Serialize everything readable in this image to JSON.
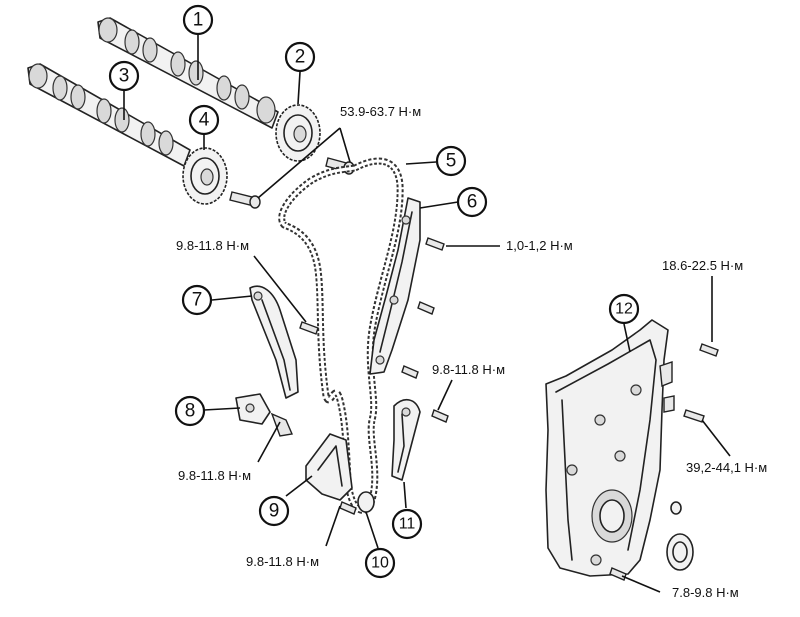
{
  "callouts": [
    {
      "label": "1"
    },
    {
      "label": "2"
    },
    {
      "label": "3"
    },
    {
      "label": "4"
    },
    {
      "label": "5"
    },
    {
      "label": "6"
    },
    {
      "label": "7"
    },
    {
      "label": "8"
    },
    {
      "label": "9"
    },
    {
      "label": "10"
    },
    {
      "label": "11"
    },
    {
      "label": "12"
    }
  ],
  "torques": {
    "sprocket_bolts": "53.9-63.7 Н·м",
    "guide_bolt_upper": "1,0-1,2 Н·м",
    "left_guide_bolt": "9.8-11.8 Н·м",
    "cover_upper_bolt": "18.6-22.5 Н·м",
    "right_lower_guide_bolt": "9.8-11.8 Н·м",
    "tensioner_bolt": "9.8-11.8 Н·м",
    "cover_side_bolt": "39,2-44,1 Н·м",
    "lower_guide_bolt": "9.8-11.8 Н·м",
    "cover_lower_bolt": "7.8-9.8 Н·м"
  }
}
